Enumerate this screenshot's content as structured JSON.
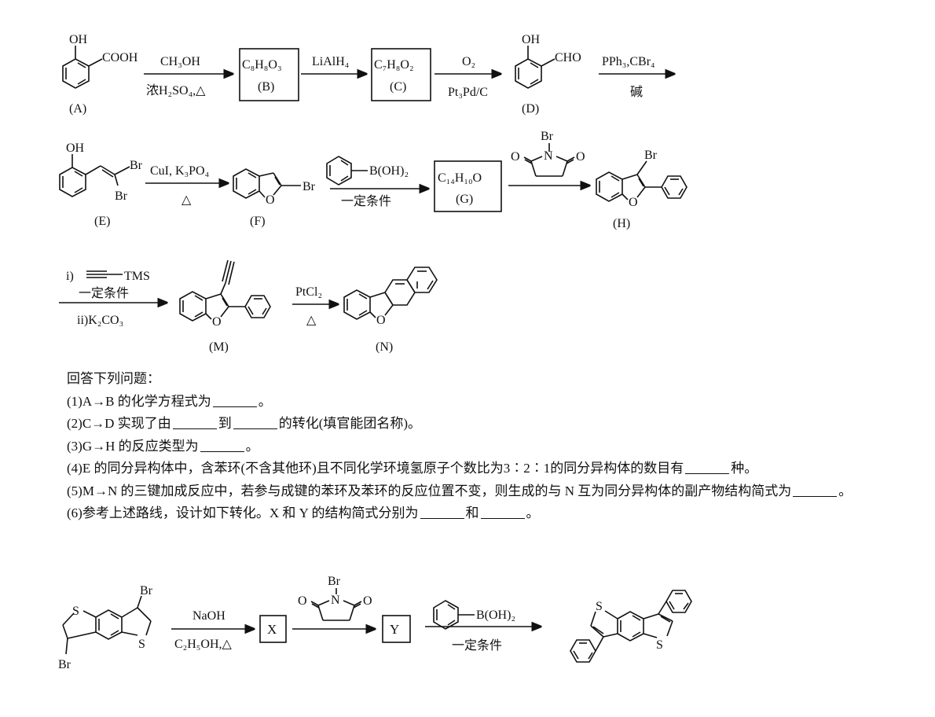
{
  "scheme": {
    "A": {
      "label": "(A)",
      "cooh": "COOH",
      "oh": "OH"
    },
    "step1": {
      "above": "CH₃OH",
      "below": "浓H₂SO₄,△"
    },
    "B": {
      "formula": "C₈H₈O₃",
      "label": "(B)"
    },
    "step2": {
      "above": "LiAlH₄"
    },
    "C": {
      "formula": "C₇H₈O₂",
      "label": "(C)"
    },
    "step3": {
      "above": "O₂",
      "below": "Pt₃Pd/C"
    },
    "D": {
      "label": "(D)",
      "oh": "OH",
      "cho": "CHO"
    },
    "step4": {
      "above": "PPh₃,CBr₄",
      "below": "碱"
    },
    "E": {
      "label": "(E)",
      "oh": "OH",
      "br1": "Br",
      "br2": "Br"
    },
    "step5": {
      "above": "CuI, K₃PO₄",
      "below": "△"
    },
    "F": {
      "label": "(F)",
      "br": "Br",
      "o": "O"
    },
    "step6": {
      "reagent": "B(OH)₂",
      "below": "一定条件"
    },
    "G": {
      "formula": "C₁₄H₁₀O",
      "label": "(G)"
    },
    "nbs": {
      "br": "Br",
      "n": "N",
      "o": "O"
    },
    "H": {
      "label": "(H)",
      "br": "Br",
      "o": "O"
    },
    "step8": {
      "line1": "i)",
      "tms": "TMS",
      "line2": "一定条件",
      "line3": "ii)K₂CO₃"
    },
    "M": {
      "label": "(M)",
      "o": "O"
    },
    "step9": {
      "above": "PtCl₂",
      "below": "△"
    },
    "N": {
      "label": "(N)",
      "o": "O"
    },
    "bottom": {
      "br1": "Br",
      "br2": "Br",
      "s1": "S",
      "s2": "S",
      "step_a": {
        "above": "NaOH",
        "below": "C₂H₅OH,△"
      },
      "X": "X",
      "Y": "Y",
      "step_c": {
        "reagent": "B(OH)₂",
        "below": "一定条件"
      },
      "ps1": "S",
      "ps2": "S"
    }
  },
  "questions": {
    "intro": "回答下列问题：",
    "q1": {
      "pre": "(1)A→B 的化学方程式为",
      "post": "。"
    },
    "q2": {
      "pre": "(2)C→D 实现了由",
      "mid": "到",
      "post": "的转化(填官能团名称)。"
    },
    "q3": {
      "pre": "(3)G→H 的反应类型为",
      "post": "。"
    },
    "q4": {
      "pre": "(4)E 的同分异构体中，含苯环(不含其他环)且不同化学环境氢原子个数比为3∶2∶1的同分异构体的数目有",
      "post": "种。"
    },
    "q5": {
      "pre": "(5)M→N 的三键加成反应中，若参与成键的苯环及苯环的反应位置不变，则生成的与 N 互为同分异构体的副产物结构简式为",
      "post": "。"
    },
    "q6": {
      "pre": "(6)参考上述路线，设计如下转化。X 和 Y 的结构简式分别为",
      "mid": "和",
      "post": "。"
    }
  }
}
